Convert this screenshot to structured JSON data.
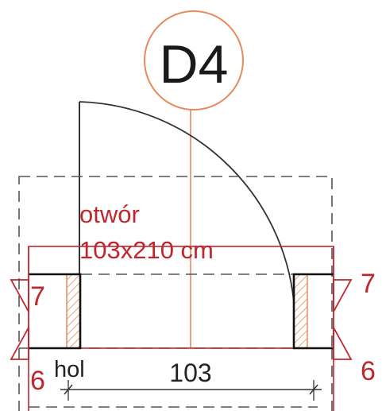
{
  "tag": "D4",
  "opening": {
    "label": "otwór",
    "size": "103x210 cm"
  },
  "dimensions": {
    "width": "103",
    "left_top": "7",
    "left_bottom": "6",
    "right_top": "7",
    "right_bottom": "6"
  },
  "room_label": "hol",
  "colors": {
    "red": "#c0272d",
    "orange": "#e58a5c",
    "black": "#222222",
    "dash": "#555555"
  }
}
